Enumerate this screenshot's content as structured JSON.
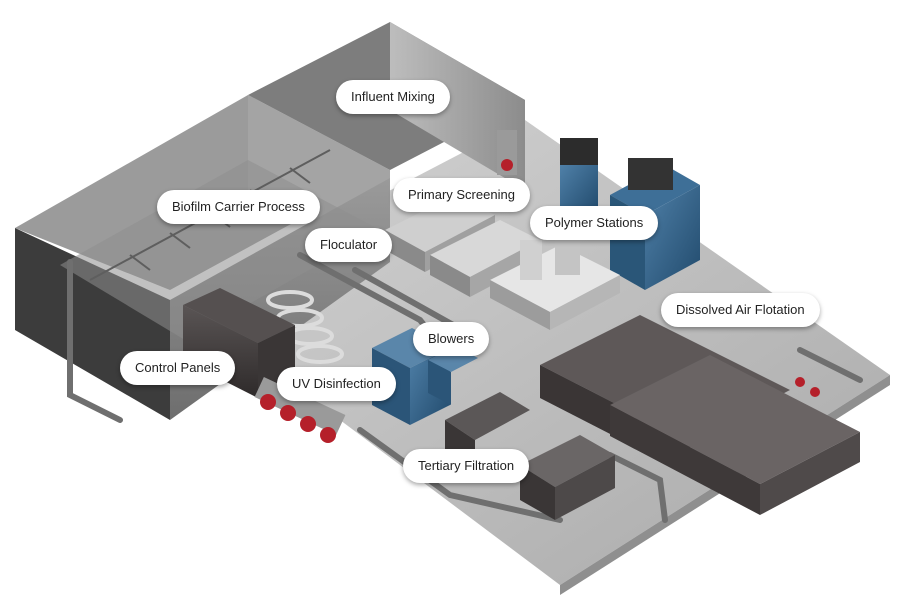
{
  "labels": {
    "influent_mixing": "Influent Mixing",
    "primary_screening": "Primary Screening",
    "biofilm_carrier_process": "Biofilm Carrier Process",
    "polymer_stations": "Polymer Stations",
    "floculator": "Floculator",
    "dissolved_air_flotation": "Dissolved Air Flotation",
    "blowers": "Blowers",
    "control_panels": "Control Panels",
    "uv_disinfection": "UV Disinfection",
    "tertiary_filtration": "Tertiary Filtration"
  },
  "colors": {
    "floor": "#b9b9b9",
    "wall_dark": "#3a3a3a",
    "wall_mid": "#8a8a8a",
    "wall_light": "#a8a8a8",
    "equipment_dark": "#3e3a3a",
    "equipment_blue": "#2f5f86",
    "pipe": "#7a7a7a",
    "valve_red": "#b5202a",
    "callout_bg": "#ffffff"
  }
}
